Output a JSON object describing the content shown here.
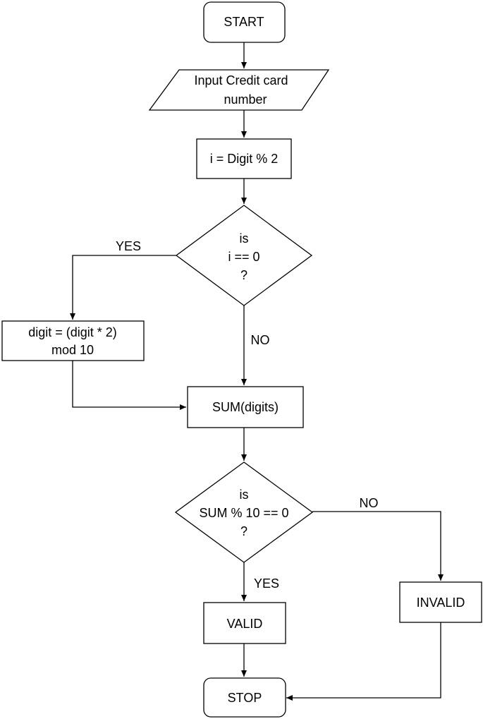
{
  "flowchart": {
    "start": "START",
    "input_line1": "Input Credit card",
    "input_line2": "number",
    "parity_step": "i = Digit % 2",
    "decision1_line1": "is",
    "decision1_line2": "i == 0",
    "decision1_line3": "?",
    "double_line1": "digit = (digit * 2)",
    "double_line2": "mod 10",
    "sum_step": "SUM(digits)",
    "decision2_line1": "is",
    "decision2_line2": "SUM % 10 == 0",
    "decision2_line3": "?",
    "valid": "VALID",
    "invalid": "INVALID",
    "stop": "STOP"
  },
  "edge_labels": {
    "d1_yes": "YES",
    "d1_no": "NO",
    "d2_no": "NO",
    "d2_yes": "YES"
  }
}
